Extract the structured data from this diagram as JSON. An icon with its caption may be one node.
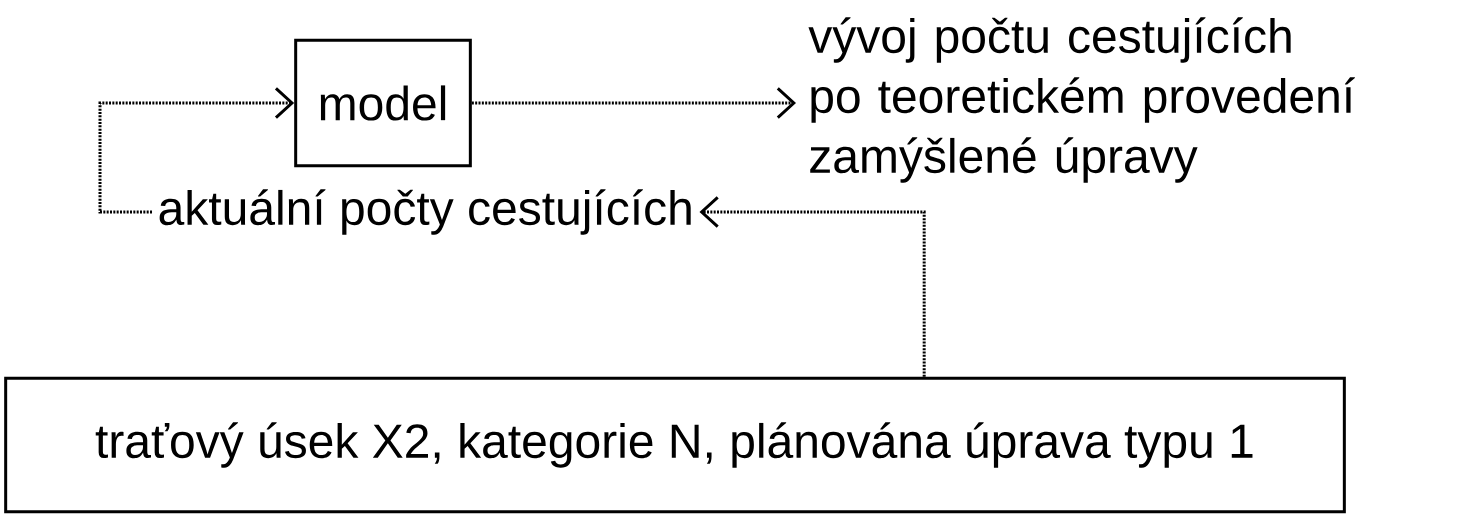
{
  "diagram": {
    "nodes": [
      {
        "text": [
          "model"
        ]
      },
      {
        "text": [
          "vývoj počtu cestujících po teoretickém provedení zamýšlené úpravy"
        ]
      },
      {
        "text": [
          "aktuální počty cestujících"
        ]
      },
      {
        "text": [
          "traťový úsek X2, kategorie N, plánována úprava typu 1"
        ]
      }
    ],
    "edges": [
      {
        "from": 2,
        "to": 0,
        "arrow": "to",
        "style": "dashed"
      },
      {
        "from": 0,
        "to": 1,
        "arrow": "to",
        "style": "dashed"
      },
      {
        "from": 3,
        "to": 2,
        "arrow": "to",
        "style": "dashed"
      }
    ]
  }
}
